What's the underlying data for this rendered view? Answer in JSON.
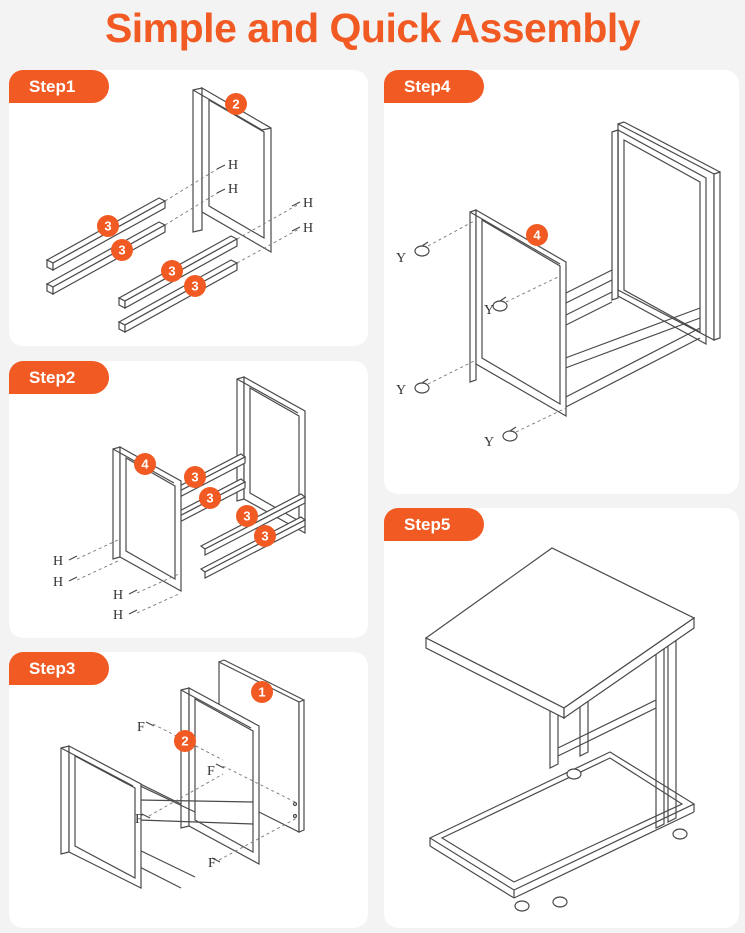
{
  "title": "Simple and Quick Assembly",
  "colors": {
    "accent": "#f15a22",
    "background": "#f3f3f3",
    "panel": "#ffffff",
    "line": "#4a4a4a"
  },
  "steps": [
    {
      "label": "Step1",
      "badges": [
        "2",
        "3",
        "3",
        "3",
        "3"
      ],
      "hardware": [
        "H",
        "H",
        "H",
        "H"
      ]
    },
    {
      "label": "Step2",
      "badges": [
        "4",
        "3",
        "3",
        "3",
        "3"
      ],
      "hardware": [
        "H",
        "H",
        "H",
        "H"
      ]
    },
    {
      "label": "Step3",
      "badges": [
        "1",
        "2"
      ],
      "hardware": [
        "F",
        "F",
        "F",
        "F"
      ]
    },
    {
      "label": "Step4",
      "badges": [
        "4"
      ],
      "hardware": [
        "Y",
        "Y",
        "Y",
        "Y"
      ]
    },
    {
      "label": "Step5"
    }
  ]
}
